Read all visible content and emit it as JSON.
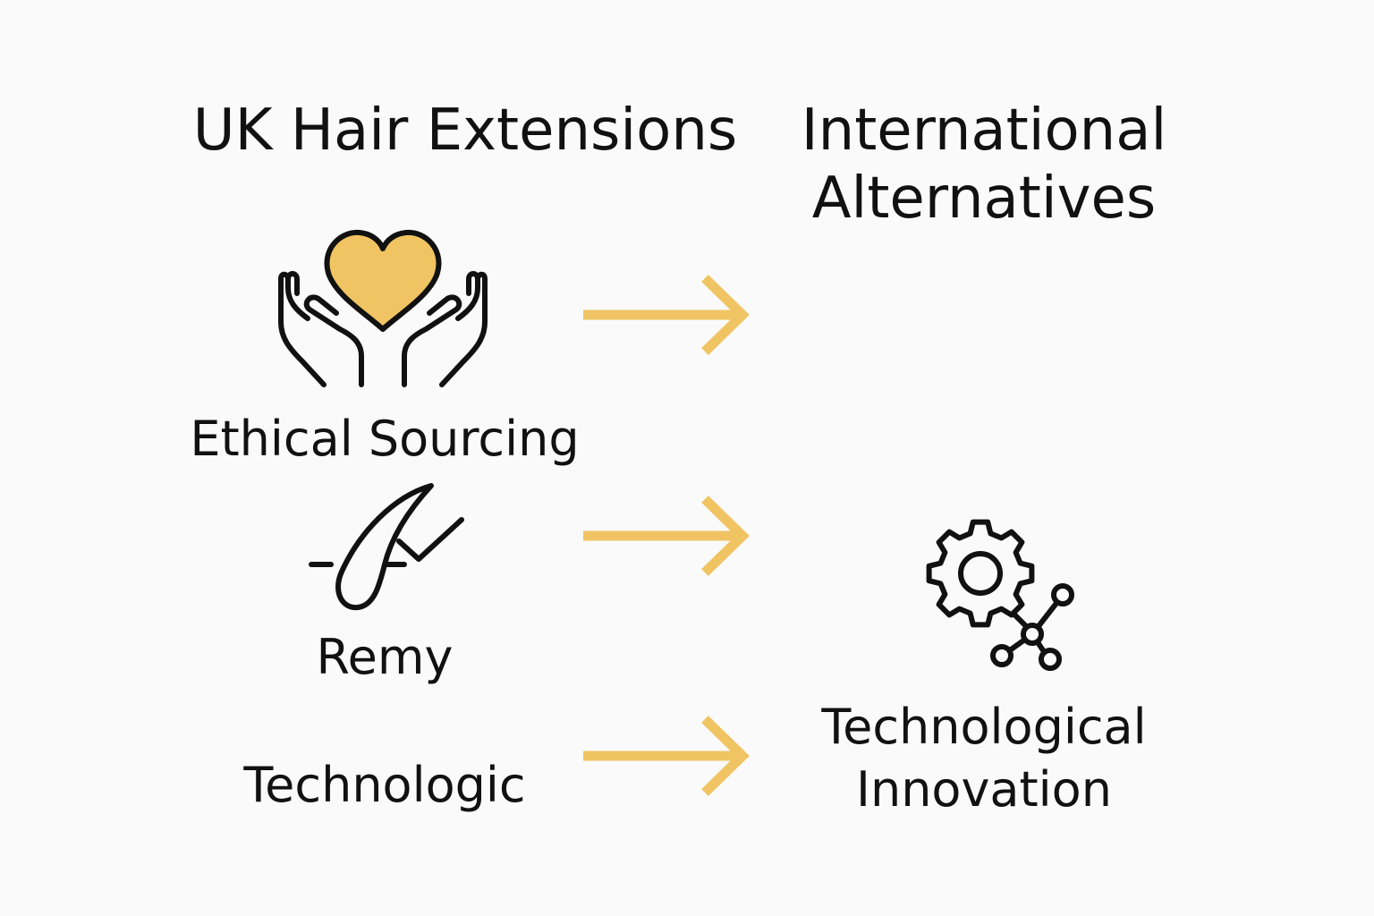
{
  "headings": {
    "left": "UK Hair Extensions",
    "right": "International Alternatives"
  },
  "rows": [
    {
      "left_label": "Ethical Sourcing",
      "left_icon": "hands-holding-heart-icon",
      "right_label": "",
      "right_icon": ""
    },
    {
      "left_label": "Remy",
      "left_icon": "hair-strand-check-icon",
      "right_label": "",
      "right_icon": ""
    },
    {
      "left_label": "Technologic",
      "left_icon": "",
      "right_label": "Technological Innovation",
      "right_icon": "gear-network-icon"
    }
  ],
  "colors": {
    "accent": "#F0C462",
    "text": "#111111",
    "background": "#FAFAFA",
    "icon_stroke": "#111111"
  }
}
